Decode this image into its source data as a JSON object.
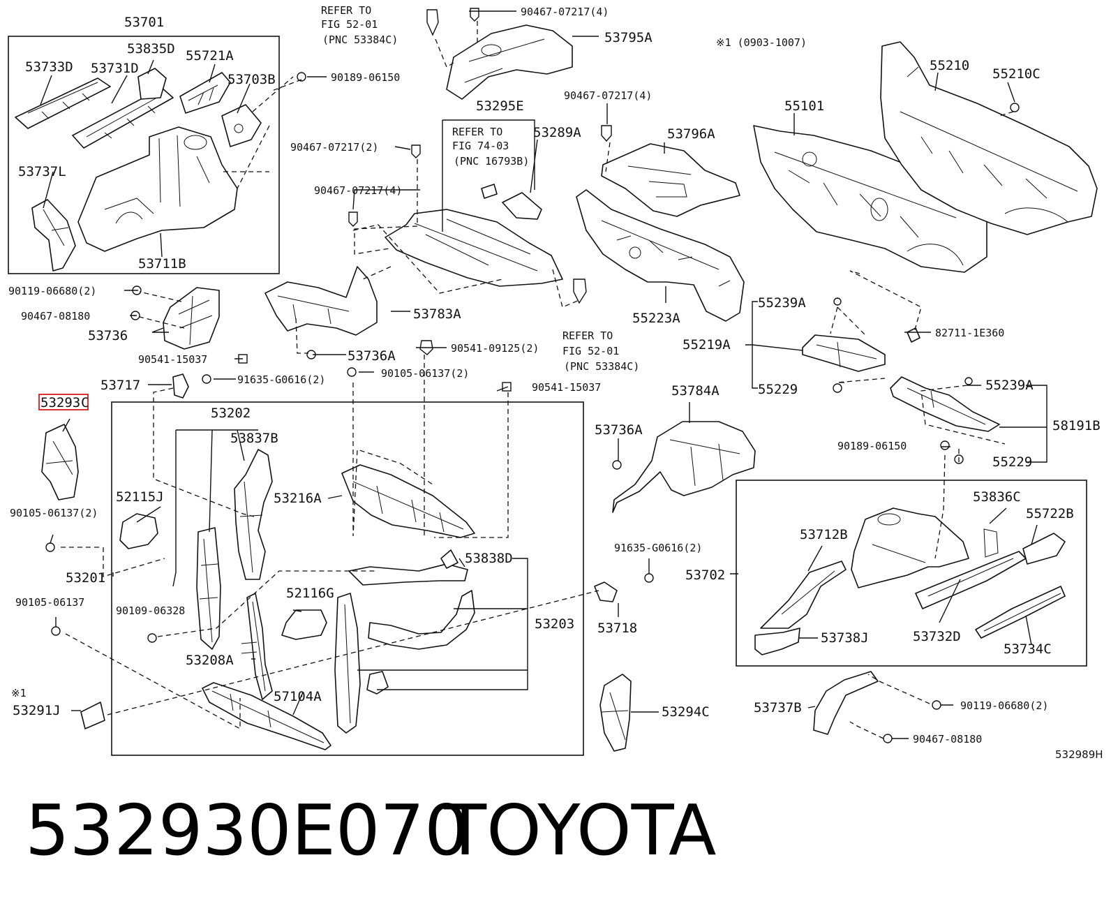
{
  "callouts": {
    "p53701": "53701",
    "p53733D": "53733D",
    "p53835D": "53835D",
    "p55721A": "55721A",
    "p53731D": "53731D",
    "p53703B": "53703B",
    "p53737L": "53737L",
    "p53711B": "53711B",
    "p90119_06680_2": "90119-06680(2)",
    "p90467_08180": "90467-08180",
    "p53736": "53736",
    "p90541_15037_a": "90541-15037",
    "p53717": "53717",
    "p53293C_a": "53293",
    "p53293C_b": "C",
    "p91635_G0616_2": "91635-G0616(2)",
    "p90105_06137_2": "90105-06137(2)",
    "p90105_06137": "90105-06137",
    "p53201": "53201",
    "p52115J": "52115J",
    "p53202": "53202",
    "p53837B": "53837B",
    "p53216A": "53216A",
    "p90109_06328": "90109-06328",
    "p52116G": "52116G",
    "p53208A": "53208A",
    "p57104A": "57104A",
    "p53291J": "53291J",
    "p53838D": "53838D",
    "p53203": "53203",
    "p90541_15037_b": "90541-15037",
    "p90105_06137_2b": "90105-06137(2)",
    "p90541_09125_2": "90541-09125(2)",
    "p53736A_a": "53736A",
    "p53783A": "53783A",
    "p90467_07217_4a": "90467-07217(4)",
    "p90467_07217_2": "90467-07217(2)",
    "p90467_07217_4b": "90467-07217(4)",
    "p90189_06150_a": "90189-06150",
    "p53795A": "53795A",
    "p53295E": "53295E",
    "p53289A": "53289A",
    "p90467_07217_4c": "90467-07217(4)",
    "p53796A": "53796A",
    "p55223A": "55223A",
    "p55101": "55101",
    "p55210": "55210",
    "p55210C": "55210C",
    "p55239A_a": "55239A",
    "p55219A": "55219A",
    "p55229_a": "55229",
    "p82711_1E360": "82711-1E360",
    "p55239A_b": "55239A",
    "p58191B": "58191B",
    "p90189_06150_b": "90189-06150",
    "p55229_b": "55229",
    "p53736A_b": "53736A",
    "p53784A": "53784A",
    "p91635_G0616_2b": "91635-G0616(2)",
    "p53718": "53718",
    "p53294C": "53294C",
    "p53836C": "53836C",
    "p55722B": "55722B",
    "p53712B": "53712B",
    "p53702": "53702",
    "p53738J": "53738J",
    "p53732D": "53732D",
    "p53734C": "53734C",
    "p53737B": "53737B",
    "p90119_06680_2b": "90119-06680(2)",
    "p90467_08180b": "90467-08180"
  },
  "notes": {
    "refer_a_1": "REFER TO",
    "refer_a_2": "FIG 52-01",
    "refer_a_3": "(PNC 53384C)",
    "refer_b_1": "REFER TO",
    "refer_b_2": "FIG 74-03",
    "refer_b_3": "(PNC 16793B)",
    "refer_c_1": "REFER TO",
    "refer_c_2": "FIG 52-01",
    "refer_c_3": "(PNC 53384C)",
    "asterisk_range": "※1 (0903-1007)",
    "asterisk_mark": "※1",
    "figure_code": "532989H"
  },
  "footer": {
    "part_number": "532930E070",
    "brand": "TOYOTA"
  },
  "colors": {
    "highlight": "#d40000",
    "ink": "#111111"
  }
}
